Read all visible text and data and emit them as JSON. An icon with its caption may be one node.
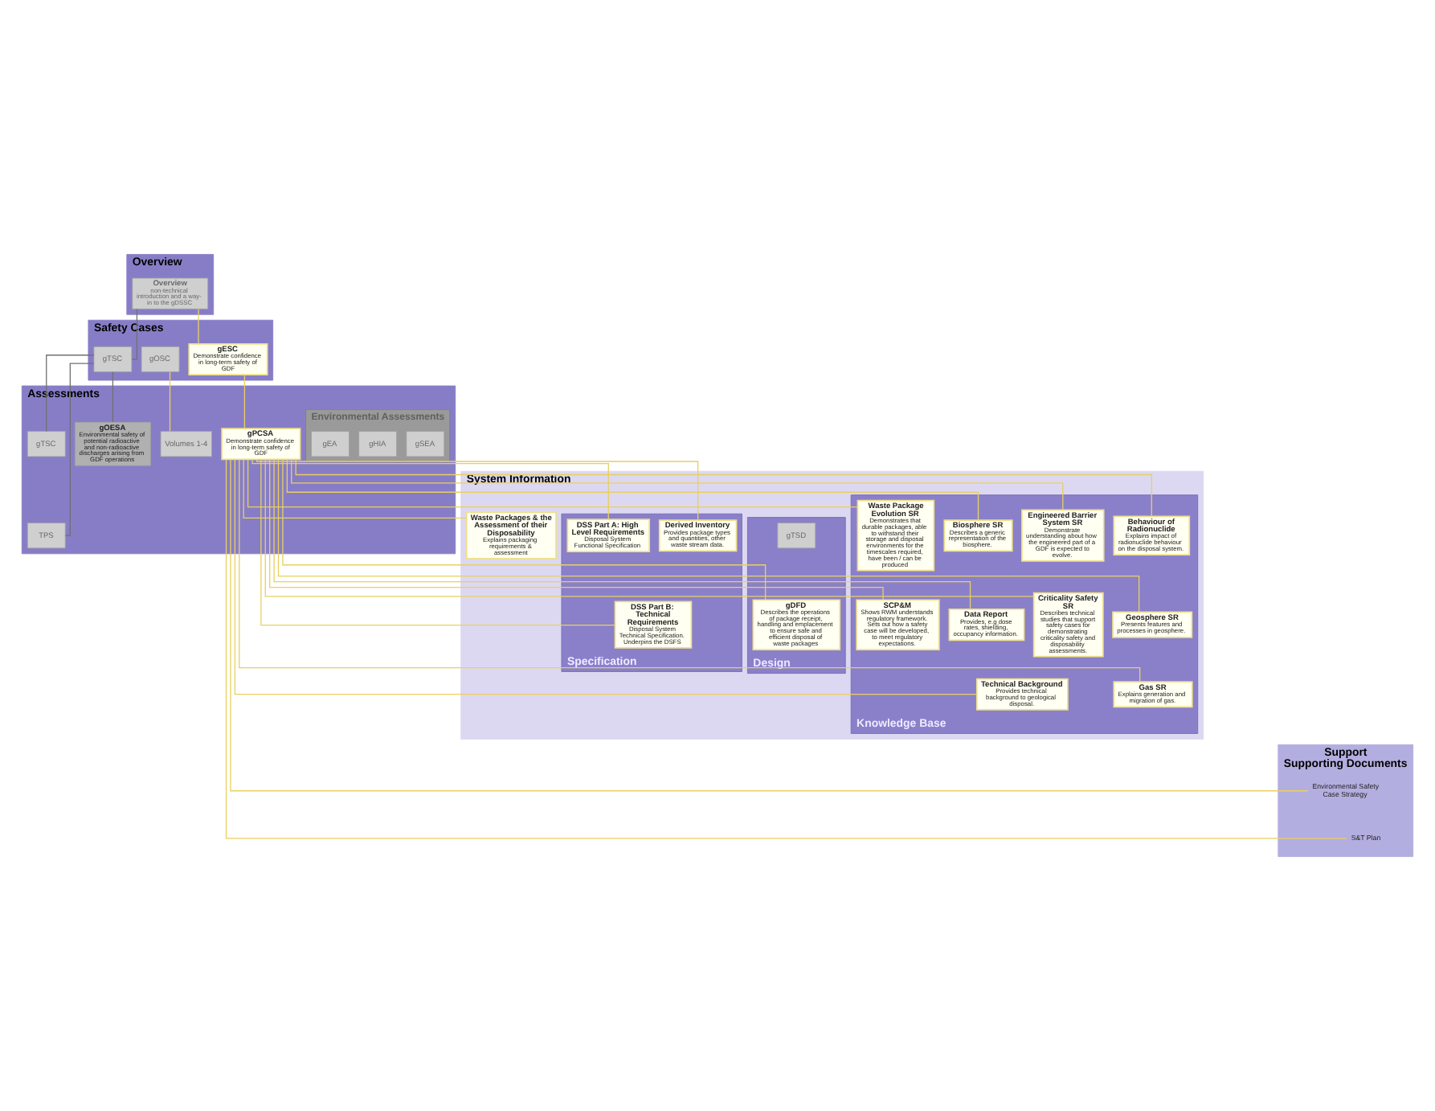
{
  "diagram": {
    "nodes": [
      {
        "text": [
          "Overview"
        ]
      },
      {
        "text": [
          "Overview",
          "non-technical introduction and a way-in to the gDSSC"
        ],
        "in": 0
      },
      {
        "text": [
          "Safety Cases"
        ]
      },
      {
        "text": [
          "gTSC"
        ],
        "in": 2
      },
      {
        "text": [
          "gOSC"
        ],
        "in": 2
      },
      {
        "text": [
          "gESC",
          "Demonstrate confidence in long-term safety of GDF"
        ],
        "in": 2
      },
      {
        "text": [
          "Assessments"
        ]
      },
      {
        "text": [
          "gTSC"
        ],
        "in": 6
      },
      {
        "text": [
          "TPS"
        ],
        "in": 6
      },
      {
        "text": [
          "Volumes 1-4"
        ],
        "in": 6
      },
      {
        "text": [
          "gOESA",
          "Environmental safety of potential radioactive and non-radioactive discharges arising from GDF operations"
        ],
        "in": 6
      },
      {
        "text": [
          "gPCSA",
          "Demonstrate confidence in long-term safety of GDF"
        ],
        "in": 6
      },
      {
        "text": [
          "Environmental Assessments"
        ],
        "in": 6
      },
      {
        "text": [
          "gSEA"
        ],
        "in": 12
      },
      {
        "text": [
          "gHIA"
        ],
        "in": 12
      },
      {
        "text": [
          "gEA"
        ],
        "in": 12
      },
      {
        "text": [
          "System Information"
        ]
      },
      {
        "text": [
          "Specification"
        ],
        "in": 16
      },
      {
        "text": [
          "DSS Part A: High Level Requirements",
          "Disposal System Functional Specification"
        ],
        "in": 17
      },
      {
        "text": [
          "DSS Part B: Technical Requirements",
          "Disposal System Technical Specification. Underpins the DSFS"
        ],
        "in": 17
      },
      {
        "text": [
          "Derived Inventory",
          "Provides package types and quantities, other waste stream data."
        ],
        "in": 17
      },
      {
        "text": [
          "Design"
        ],
        "in": 16
      },
      {
        "text": [
          "gTSD"
        ],
        "in": 21
      },
      {
        "text": [
          "gDFD",
          "Describes the operations of package receipt, handling and emplacement to ensure safe and efficient disposal of waste packages"
        ],
        "in": 21
      },
      {
        "text": [
          "Knowledge Base"
        ],
        "in": 16
      },
      {
        "text": [
          "Waste Package Evolution SR",
          "Demonstrates that durable packages, able to withstand their storage and disposal environments for the timescales required, have been / can be produced"
        ],
        "in": 24
      },
      {
        "text": [
          "SCP&M",
          "Shows RWM understands regulatory framework. Sets out how a safety case will be developed, to meet regulatory expectations."
        ],
        "in": 24
      },
      {
        "text": [
          "Engineered Barrier System SR",
          "Demonstrate understanding about how the engineered part of a GDF is expected to evolve."
        ],
        "in": 24
      },
      {
        "text": [
          "Criticality Safety SR",
          "Describes technical studies that support safety cases for demonstrating criticality safety and disposability assessments."
        ],
        "in": 24
      },
      {
        "text": [
          "Behaviour of Radionuclide",
          "Explains impact of radionuclide behaviour on the disposal system."
        ],
        "in": 24
      },
      {
        "text": [
          "Geosphere SR",
          "Presents features and processes in geosphere."
        ],
        "in": 24
      },
      {
        "text": [
          "Gas SR",
          "Explains generation and migration of gas."
        ],
        "in": 24
      },
      {
        "text": [
          "Biosphere SR",
          "Describes a generic representation of the biosphere."
        ],
        "in": 24
      },
      {
        "text": [
          "Data Report",
          "Provides, e.g dose rates, shielding, occupancy information."
        ],
        "in": 24
      },
      {
        "text": [
          "Technical Background",
          "Provides technical background to geological disposal."
        ],
        "in": 24
      },
      {
        "text": [
          "Waste Packages & the Assessment of their Disposability",
          "Explains packaging requirements & assessment"
        ],
        "in": 16
      },
      {
        "text": [
          "Support",
          "Supporting Documents"
        ]
      },
      {
        "text": [
          "Environmental Safety Case Strategy"
        ],
        "in": 36
      },
      {
        "text": [
          "S&T Plan"
        ],
        "in": 36
      }
    ],
    "edges": [
      {
        "from": 1,
        "to": 3,
        "arrow": "none",
        "color": "#707070"
      },
      {
        "from": 1,
        "to": 5,
        "arrow": "none"
      },
      {
        "from": 3,
        "to": 7,
        "arrow": "none",
        "color": "#707070"
      },
      {
        "from": 3,
        "to": 8,
        "arrow": "none",
        "color": "#707070"
      },
      {
        "from": 3,
        "to": 10,
        "arrow": "none",
        "color": "#707070"
      },
      {
        "from": 4,
        "to": 9,
        "arrow": "none"
      },
      {
        "from": 5,
        "to": 11,
        "arrow": "none"
      },
      {
        "from": 11,
        "to": 18,
        "arrow": "none"
      },
      {
        "from": 11,
        "to": 19,
        "arrow": "none"
      },
      {
        "from": 11,
        "to": 20,
        "arrow": "none"
      },
      {
        "from": 11,
        "to": 23,
        "arrow": "none"
      },
      {
        "from": 11,
        "to": 25,
        "arrow": "none"
      },
      {
        "from": 11,
        "to": 27,
        "arrow": "none"
      },
      {
        "from": 11,
        "to": 26,
        "arrow": "none"
      },
      {
        "from": 11,
        "to": 28,
        "arrow": "none"
      },
      {
        "from": 11,
        "to": 29,
        "arrow": "none"
      },
      {
        "from": 11,
        "to": 30,
        "arrow": "none"
      },
      {
        "from": 11,
        "to": 31,
        "arrow": "none"
      },
      {
        "from": 11,
        "to": 32,
        "arrow": "none"
      },
      {
        "from": 11,
        "to": 33,
        "arrow": "none"
      },
      {
        "from": 11,
        "to": 34,
        "arrow": "none"
      },
      {
        "from": 11,
        "to": 35,
        "arrow": "none"
      },
      {
        "from": 11,
        "to": 37,
        "arrow": "none"
      },
      {
        "from": 11,
        "to": 38,
        "arrow": "none"
      }
    ]
  }
}
